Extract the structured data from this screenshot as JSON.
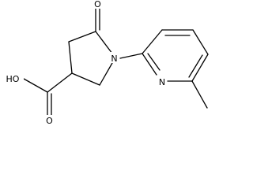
{
  "molecule": {
    "atoms": {
      "ring_nitrogen": "N",
      "pyridine_nitrogen": "N",
      "ketone_oxygen": "O",
      "acid_carbonyl_oxygen": "O",
      "acid_hydroxyl": "HO"
    }
  }
}
